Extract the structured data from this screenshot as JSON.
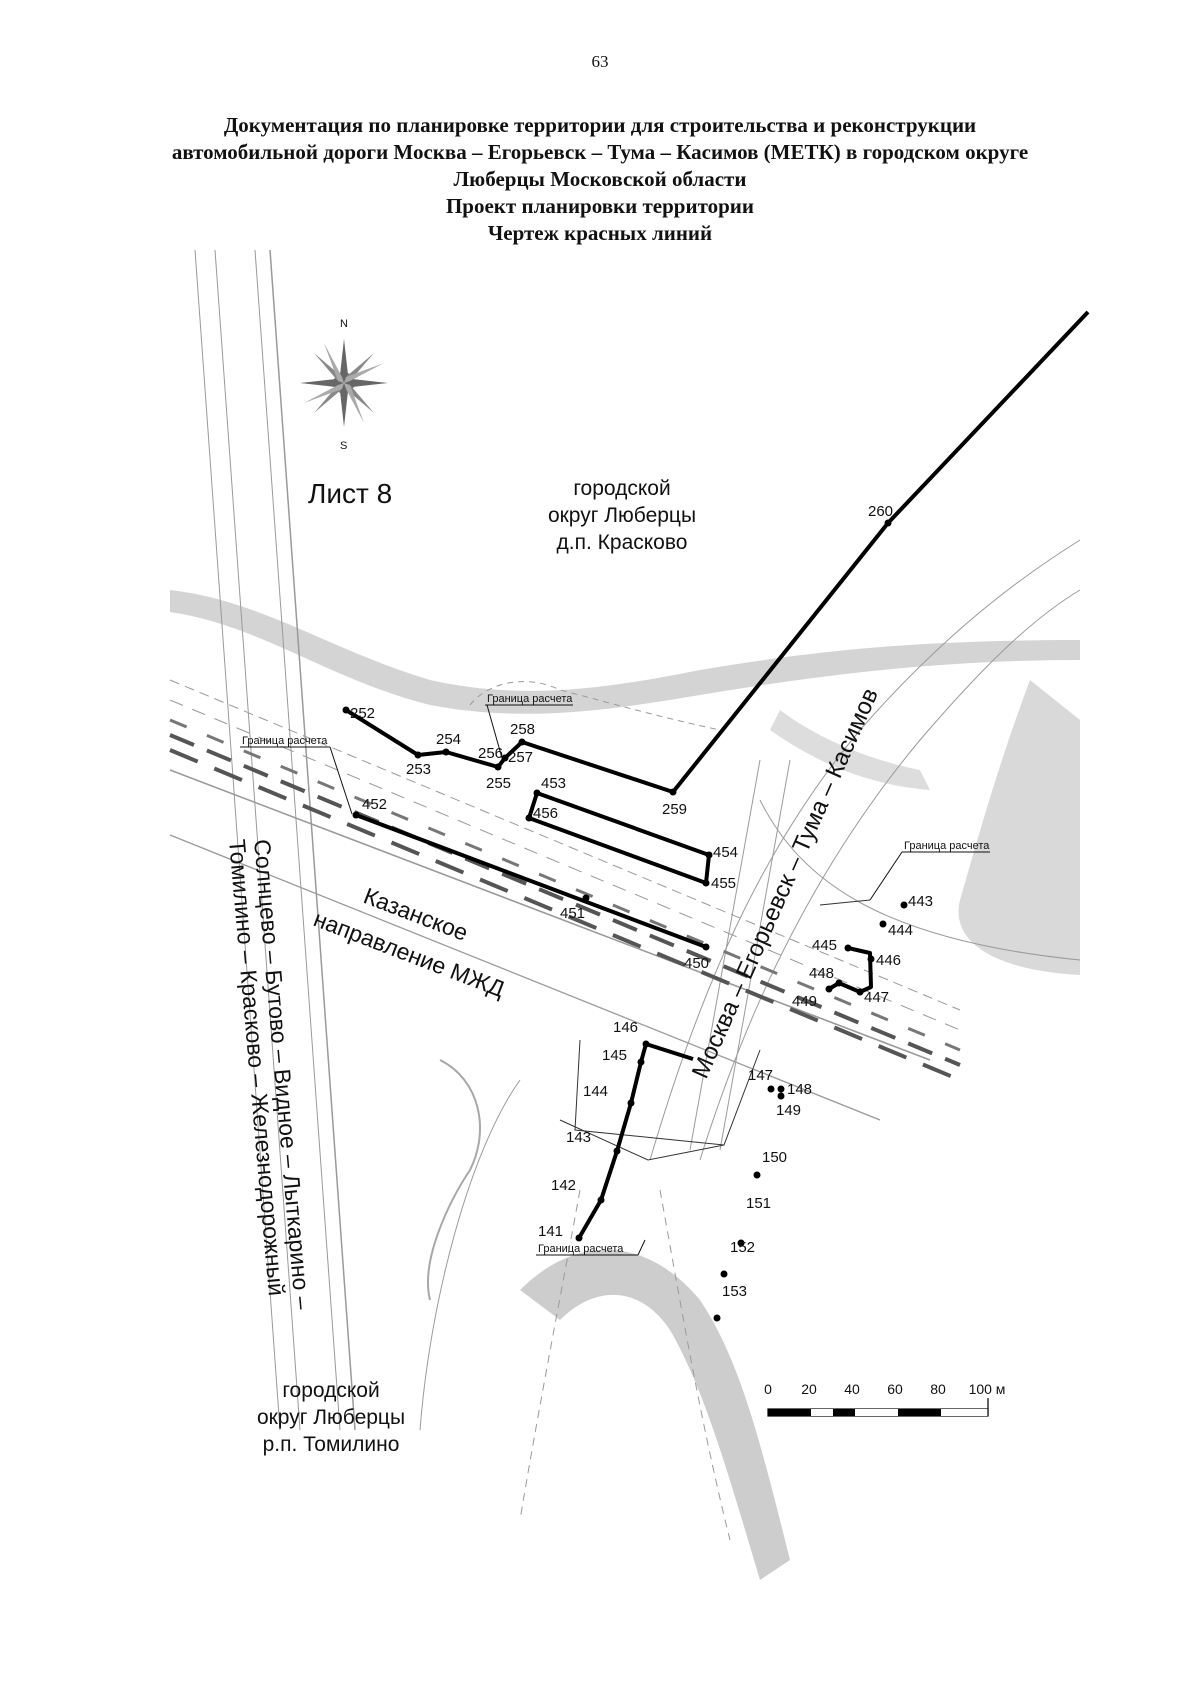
{
  "page_number": "63",
  "title_lines": [
    "Документация по планировке территории для строительства и реконструкции",
    "автомобильной дороги Москва – Егорьевск – Тума – Касимов (МЕТК) в городском округе",
    "Люберцы Московской области",
    "Проект планировки территории",
    "Чертеж красных линий"
  ],
  "map": {
    "sheet_label": "Лист 8",
    "north_letter": "N",
    "south_letter": "S",
    "area_north": [
      "городской",
      "округ Люберцы",
      "д.п. Красково"
    ],
    "area_south": [
      "городской",
      "округ Люберцы",
      "р.п. Томилино"
    ],
    "road_label": "Москва – Егорьевск – Тума – Касимов",
    "railway_label_line1": "Казанское",
    "railway_label_line2": "направление МЖД",
    "vertical_road_line1": "Солнцево – Бутово – Видное – Лыткарино –",
    "vertical_road_line2": "Томилино – Красково – Железнодорожный",
    "calc_boundary_label": "Граница расчета",
    "scale": {
      "ticks": [
        "0",
        "20",
        "40",
        "60",
        "80",
        "100 м"
      ]
    },
    "points": {
      "p260": "260",
      "p252": "252",
      "p253": "253",
      "p254": "254",
      "p255": "255",
      "p256": "256",
      "p257": "257",
      "p258": "258",
      "p259": "259",
      "p452": "452",
      "p453": "453",
      "p456": "456",
      "p454": "454",
      "p455": "455",
      "p451": "451",
      "p450": "450",
      "p449": "449",
      "p448": "448",
      "p447": "447",
      "p446": "446",
      "p445": "445",
      "p444": "444",
      "p443": "443",
      "p146": "146",
      "p145": "145",
      "p144": "144",
      "p143": "143",
      "p142": "142",
      "p141": "141",
      "p147": "147",
      "p148": "148",
      "p149": "149",
      "p150": "150",
      "p151": "151",
      "p152": "152",
      "p153": "153"
    }
  }
}
